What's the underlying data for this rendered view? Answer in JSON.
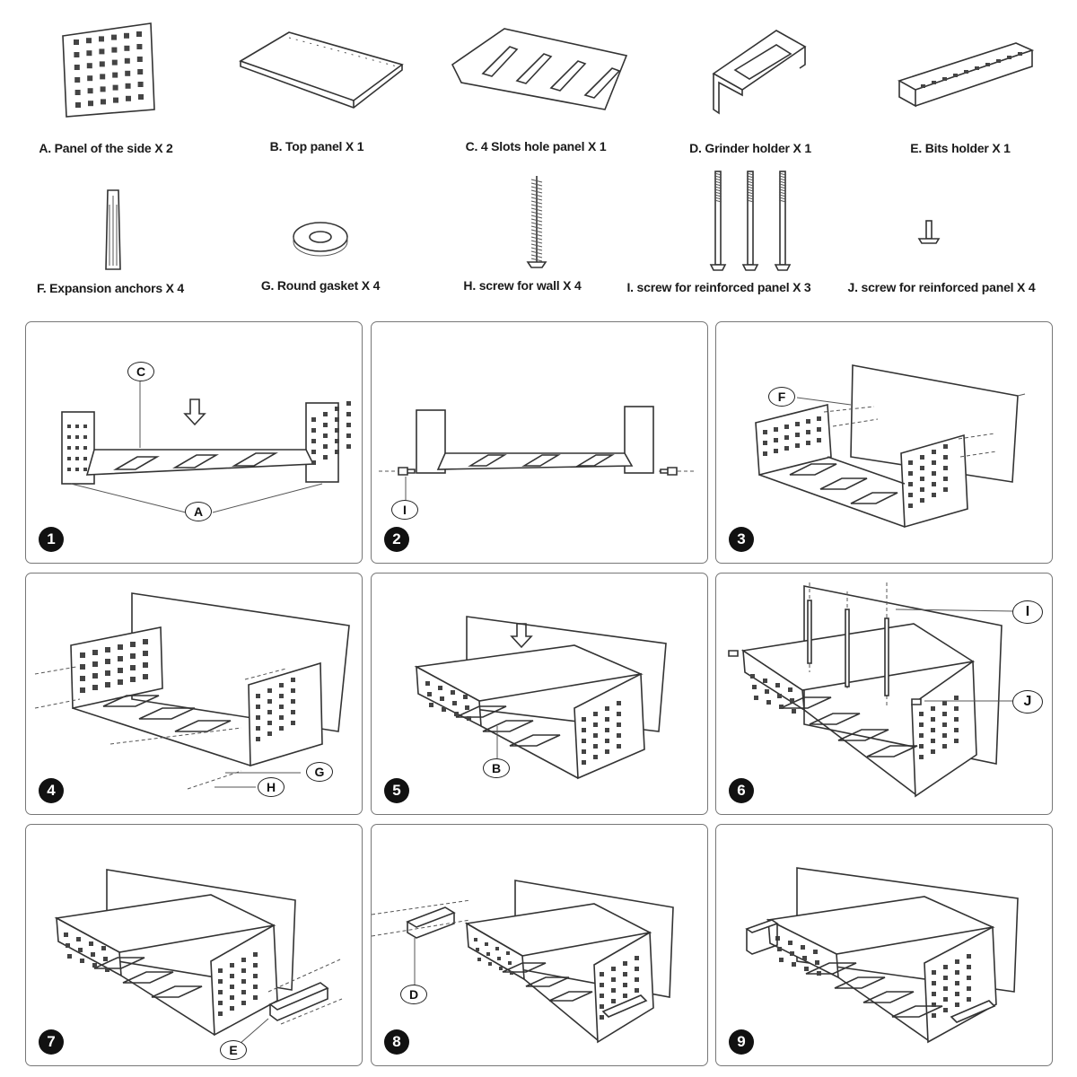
{
  "parts": [
    {
      "id": "A",
      "label": "A. Panel of the side X 2"
    },
    {
      "id": "B",
      "label": "B. Top panel X 1"
    },
    {
      "id": "C",
      "label": "C. 4 Slots hole panel X 1"
    },
    {
      "id": "D",
      "label": "D. Grinder holder X 1"
    },
    {
      "id": "E",
      "label": "E. Bits holder X 1"
    },
    {
      "id": "F",
      "label": "F. Expansion anchors X 4"
    },
    {
      "id": "G",
      "label": "G. Round gasket X 4"
    },
    {
      "id": "H",
      "label": "H. screw for wall X 4"
    },
    {
      "id": "I",
      "label": "I. screw for reinforced panel X 3"
    },
    {
      "id": "J",
      "label": "J. screw for reinforced panel X 4"
    }
  ],
  "steps": [
    {
      "number": "1",
      "callouts": [
        "C",
        "A"
      ]
    },
    {
      "number": "2",
      "callouts": [
        "I"
      ]
    },
    {
      "number": "3",
      "callouts": [
        "F"
      ]
    },
    {
      "number": "4",
      "callouts": [
        "G",
        "H"
      ]
    },
    {
      "number": "5",
      "callouts": [
        "B"
      ]
    },
    {
      "number": "6",
      "callouts": [
        "I",
        "J"
      ]
    },
    {
      "number": "7",
      "callouts": [
        "E"
      ]
    },
    {
      "number": "8",
      "callouts": [
        "D"
      ]
    },
    {
      "number": "9",
      "callouts": []
    }
  ],
  "colors": {
    "line": "#333333",
    "border": "#777777",
    "badge": "#111111"
  }
}
